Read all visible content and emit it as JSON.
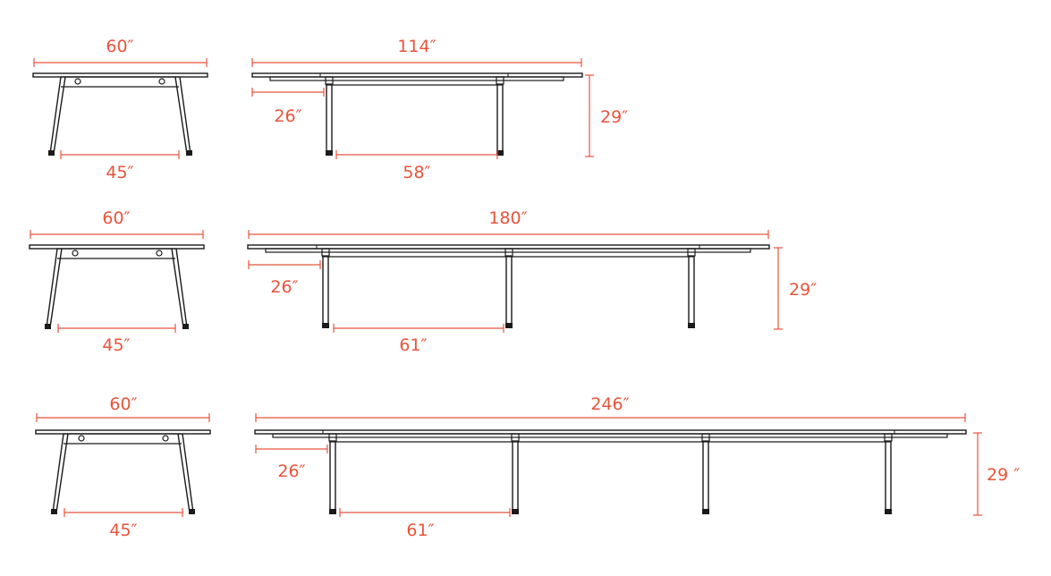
{
  "colors": {
    "dimension": "#e8543c",
    "furniture": "#1a1a1a",
    "background": "#ffffff"
  },
  "rows": [
    {
      "end": {
        "width": "60″",
        "inner": "45″"
      },
      "side": {
        "length": "114″",
        "overhang": "26″",
        "span": "58″",
        "height": "29″"
      }
    },
    {
      "end": {
        "width": "60″",
        "inner": "45″"
      },
      "side": {
        "length": "180″",
        "overhang": "26″",
        "span": "61″",
        "height": "29″"
      }
    },
    {
      "end": {
        "width": "60″",
        "inner": "45″"
      },
      "side": {
        "length": "246″",
        "overhang": "26″",
        "span": "61″",
        "height": "29 ″"
      }
    }
  ]
}
